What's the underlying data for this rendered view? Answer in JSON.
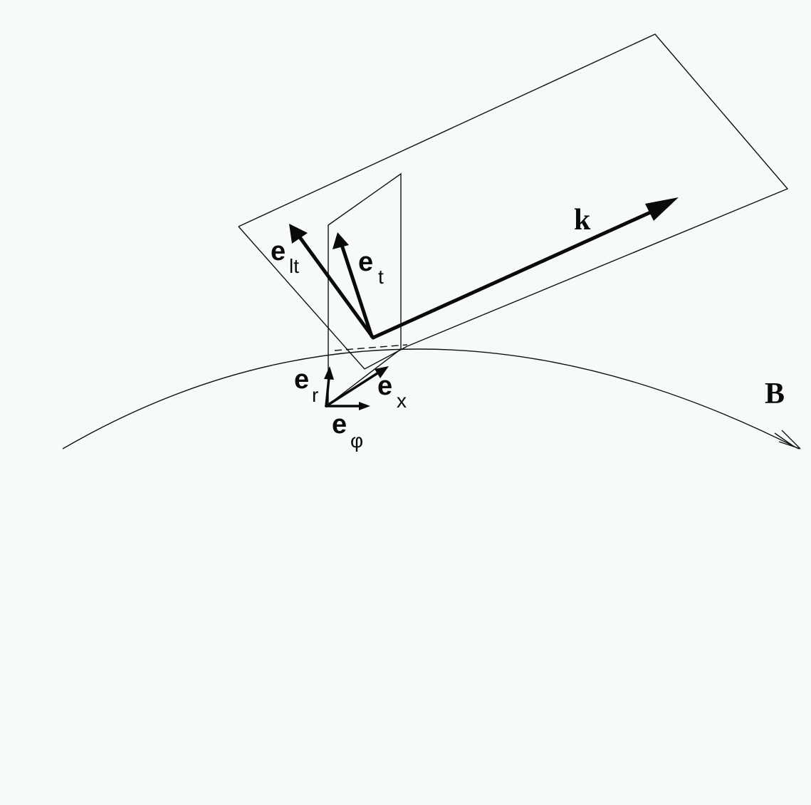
{
  "diagram": {
    "labels": {
      "k": "k",
      "B": "B",
      "e_lt": {
        "base": "e",
        "sub": "lt"
      },
      "e_t": {
        "base": "e",
        "sub": "t"
      },
      "e_r": {
        "base": "e",
        "sub": "r"
      },
      "e_x": {
        "base": "e",
        "sub": "x"
      },
      "e_phi": {
        "base": "e",
        "sub": "φ"
      }
    },
    "colors": {
      "background": "#f7fbf8",
      "ink": "#0a0a0a"
    }
  }
}
